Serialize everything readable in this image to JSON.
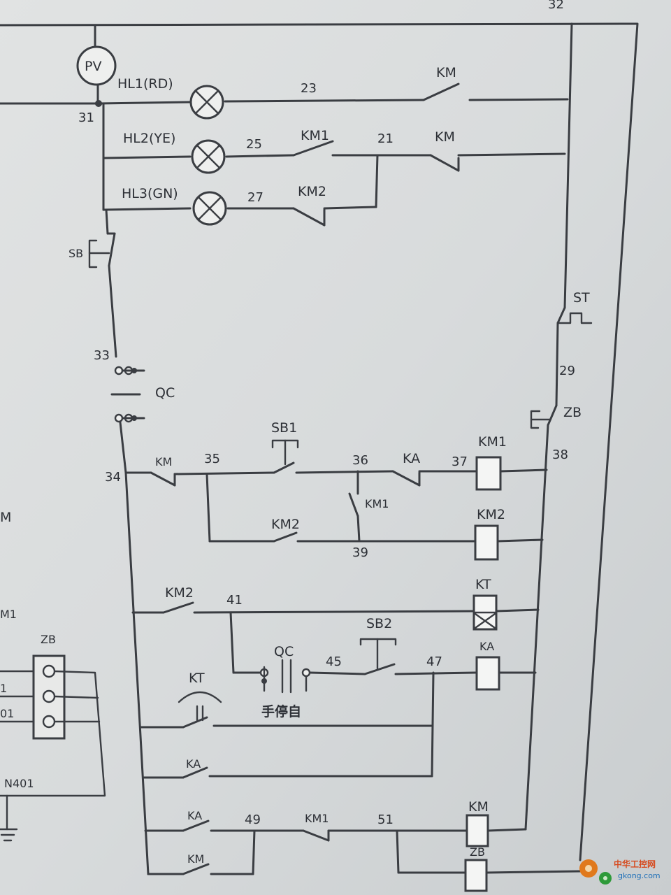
{
  "labels": {
    "top_corner": "32",
    "pv": "PV",
    "hl1": "HL1(RD)",
    "hl2": "HL2(YE)",
    "hl3": "HL3(GN)",
    "n31": "31",
    "n23": "23",
    "n25": "25",
    "n27": "27",
    "n21": "21",
    "km_top1": "KM",
    "km_top2": "KM",
    "km1_top": "KM1",
    "km2_top": "KM2",
    "sb": "SB",
    "st": "ST",
    "n29": "29",
    "zb_right": "ZB",
    "n33": "33",
    "qc": "QC",
    "n34": "34",
    "km_r1": "KM",
    "n35": "35",
    "sb1": "SB1",
    "n36": "36",
    "ka_r1": "KA",
    "n37": "37",
    "km1_coil": "KM1",
    "n38": "38",
    "km1_r2": "KM1",
    "km2_r2": "KM2",
    "n39": "39",
    "km2_coil": "KM2",
    "km2_r3": "KM2",
    "n41": "41",
    "kt_coil": "KT",
    "qc_switch": "QC",
    "sb2": "SB2",
    "n45": "45",
    "n47": "47",
    "ka_coil": "KA",
    "kt_contact": "KT",
    "hand_stop_auto": "手停自",
    "ka_r5": "KA",
    "ka_r6": "KA",
    "n49": "49",
    "km1_r6": "KM1",
    "n51": "51",
    "km_coil": "KM",
    "km_r7": "KM",
    "zb_coil": "ZB",
    "left_m": "M",
    "left_m1": "M1",
    "zb_block": "ZB",
    "term_1": "1",
    "term_01": "01",
    "n401": "N401"
  },
  "watermark": {
    "brand": "中华工控网",
    "url": "gkong.com"
  },
  "colors": {
    "wire": "#3a3d42",
    "paper": "#d9dcdd",
    "watermark_orange": "#e0791c",
    "watermark_blue": "#1d6fb8"
  }
}
